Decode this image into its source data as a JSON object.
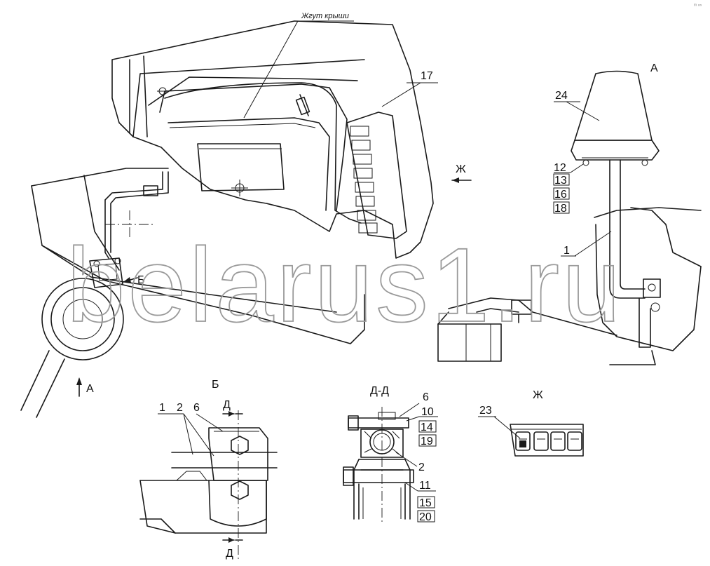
{
  "watermark": "belarus1.ru",
  "corner_mark": "ᵐ ⁿⁿ",
  "views": {
    "main": {
      "harness_label": "Жгут крыши",
      "arrow_label": "Ж",
      "section_label": "Б",
      "view_label": "А"
    },
    "view_a": {
      "title": "А"
    },
    "view_b": {
      "title": "Б",
      "cut_label_top": "Д",
      "cut_label_bottom": "Д"
    },
    "view_dd": {
      "title": "Д-Д"
    },
    "view_zh": {
      "title": "Ж"
    }
  },
  "callouts": {
    "main": [
      "17"
    ],
    "view_a": [
      "24",
      "12",
      "13",
      "16",
      "18",
      "1"
    ],
    "view_b": [
      "1",
      "2",
      "6"
    ],
    "view_dd": [
      "6",
      "10",
      "14",
      "19",
      "2",
      "11",
      "15",
      "20"
    ],
    "view_zh": [
      "23"
    ]
  }
}
